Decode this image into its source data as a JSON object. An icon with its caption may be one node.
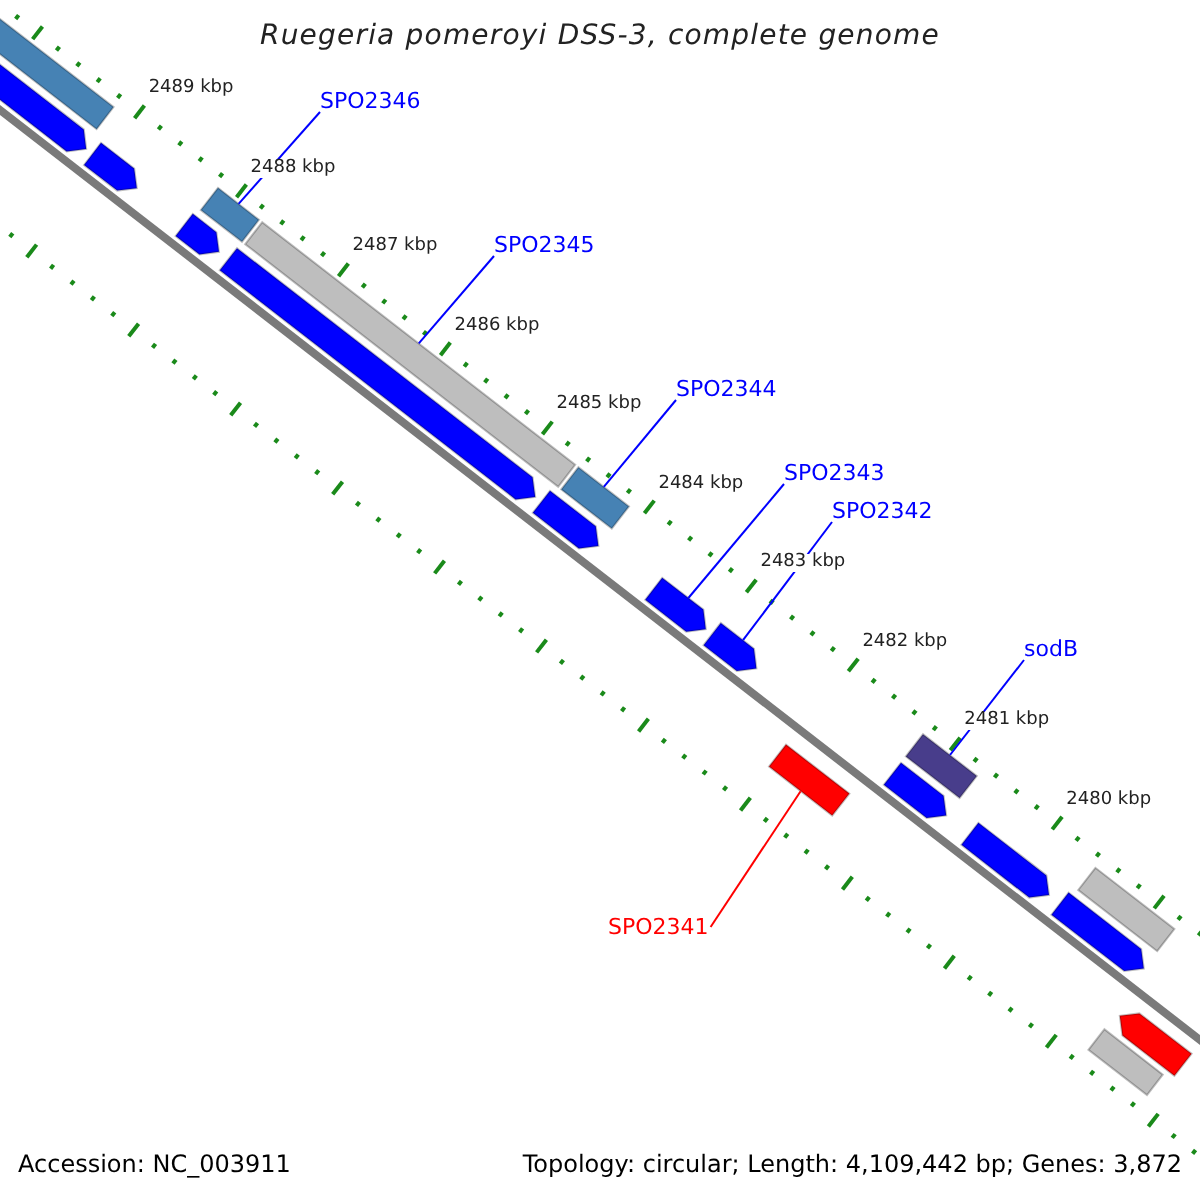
{
  "diagram": {
    "title": "Ruegeria pomeroyi DSS-3, complete genome",
    "nodes": [
      {
        "text": [],
        "shape": "bar"
      },
      {
        "text": [],
        "shape": "arrow"
      },
      {
        "text": [],
        "shape": "arrow"
      },
      {
        "text": [
          "SPO2346"
        ]
      },
      {
        "text": [],
        "shape": "bar"
      },
      {
        "text": [],
        "shape": "arrow"
      },
      {
        "text": [
          "SPO2345"
        ]
      },
      {
        "text": [],
        "shape": "bar"
      },
      {
        "text": [],
        "shape": "arrow"
      },
      {
        "text": [
          "SPO2344"
        ]
      },
      {
        "text": [],
        "shape": "bar"
      },
      {
        "text": [],
        "shape": "arrow"
      },
      {
        "text": [
          "SPO2343"
        ]
      },
      {
        "text": [],
        "shape": "arrow"
      },
      {
        "text": [
          "SPO2342"
        ]
      },
      {
        "text": [],
        "shape": "arrow"
      },
      {
        "text": [
          "SPO2341"
        ]
      },
      {
        "text": [],
        "shape": "bar"
      },
      {
        "text": [
          "sodB"
        ]
      },
      {
        "text": [],
        "shape": "bar"
      },
      {
        "text": [],
        "shape": "arrow"
      },
      {
        "text": [],
        "shape": "arrow"
      },
      {
        "text": [],
        "shape": "bar"
      },
      {
        "text": [],
        "shape": "arrow"
      },
      {
        "text": [],
        "shape": "arrow"
      },
      {
        "text": [],
        "shape": "bar"
      }
    ],
    "edges": [
      {
        "from": 3,
        "to": 4,
        "arrow": "none"
      },
      {
        "from": 6,
        "to": 7,
        "arrow": "none"
      },
      {
        "from": 9,
        "to": 10,
        "arrow": "none"
      },
      {
        "from": 12,
        "to": 13,
        "arrow": "none"
      },
      {
        "from": 14,
        "to": 15,
        "arrow": "none"
      },
      {
        "from": 18,
        "to": 19,
        "arrow": "none"
      },
      {
        "from": 16,
        "to": 17,
        "arrow": "none",
        "color": "#ff0000"
      }
    ],
    "labels": [
      "2489 kbp",
      "2488 kbp",
      "2487 kbp",
      "2486 kbp",
      "2485 kbp",
      "2484 kbp",
      "2483 kbp",
      "2482 kbp",
      "2481 kbp",
      "2480 kbp",
      "Accession: NC_003911",
      "Topology: circular; Length: 4,109,442 bp; Genes: 3,872"
    ]
  }
}
